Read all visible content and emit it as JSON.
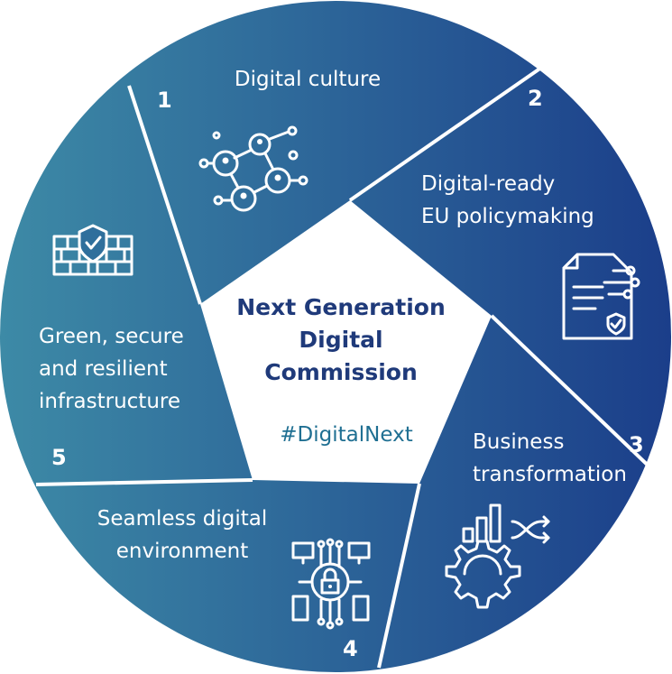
{
  "center": {
    "title_line1": "Next Generation",
    "title_line2": "Digital",
    "title_line3": "Commission",
    "hashtag": "#DigitalNext"
  },
  "segments": [
    {
      "number": "1",
      "label_lines": [
        "Digital culture"
      ],
      "icon": "people-network-icon"
    },
    {
      "number": "2",
      "label_lines": [
        "Digital-ready",
        "EU policymaking"
      ],
      "icon": "digital-document-icon"
    },
    {
      "number": "3",
      "label_lines": [
        "Business",
        "transformation"
      ],
      "icon": "analytics-gear-icon"
    },
    {
      "number": "4",
      "label_lines": [
        "Seamless digital",
        "environment"
      ],
      "icon": "secure-connected-devices-icon"
    },
    {
      "number": "5",
      "label_lines": [
        "Green, secure",
        "and resilient",
        "infrastructure"
      ],
      "icon": "firewall-shield-icon"
    }
  ],
  "colors": {
    "gradient_start": "#3d8aa6",
    "gradient_end": "#1b3e8a",
    "center_title": "#1f3a7a",
    "hashtag": "#1f6f92"
  }
}
